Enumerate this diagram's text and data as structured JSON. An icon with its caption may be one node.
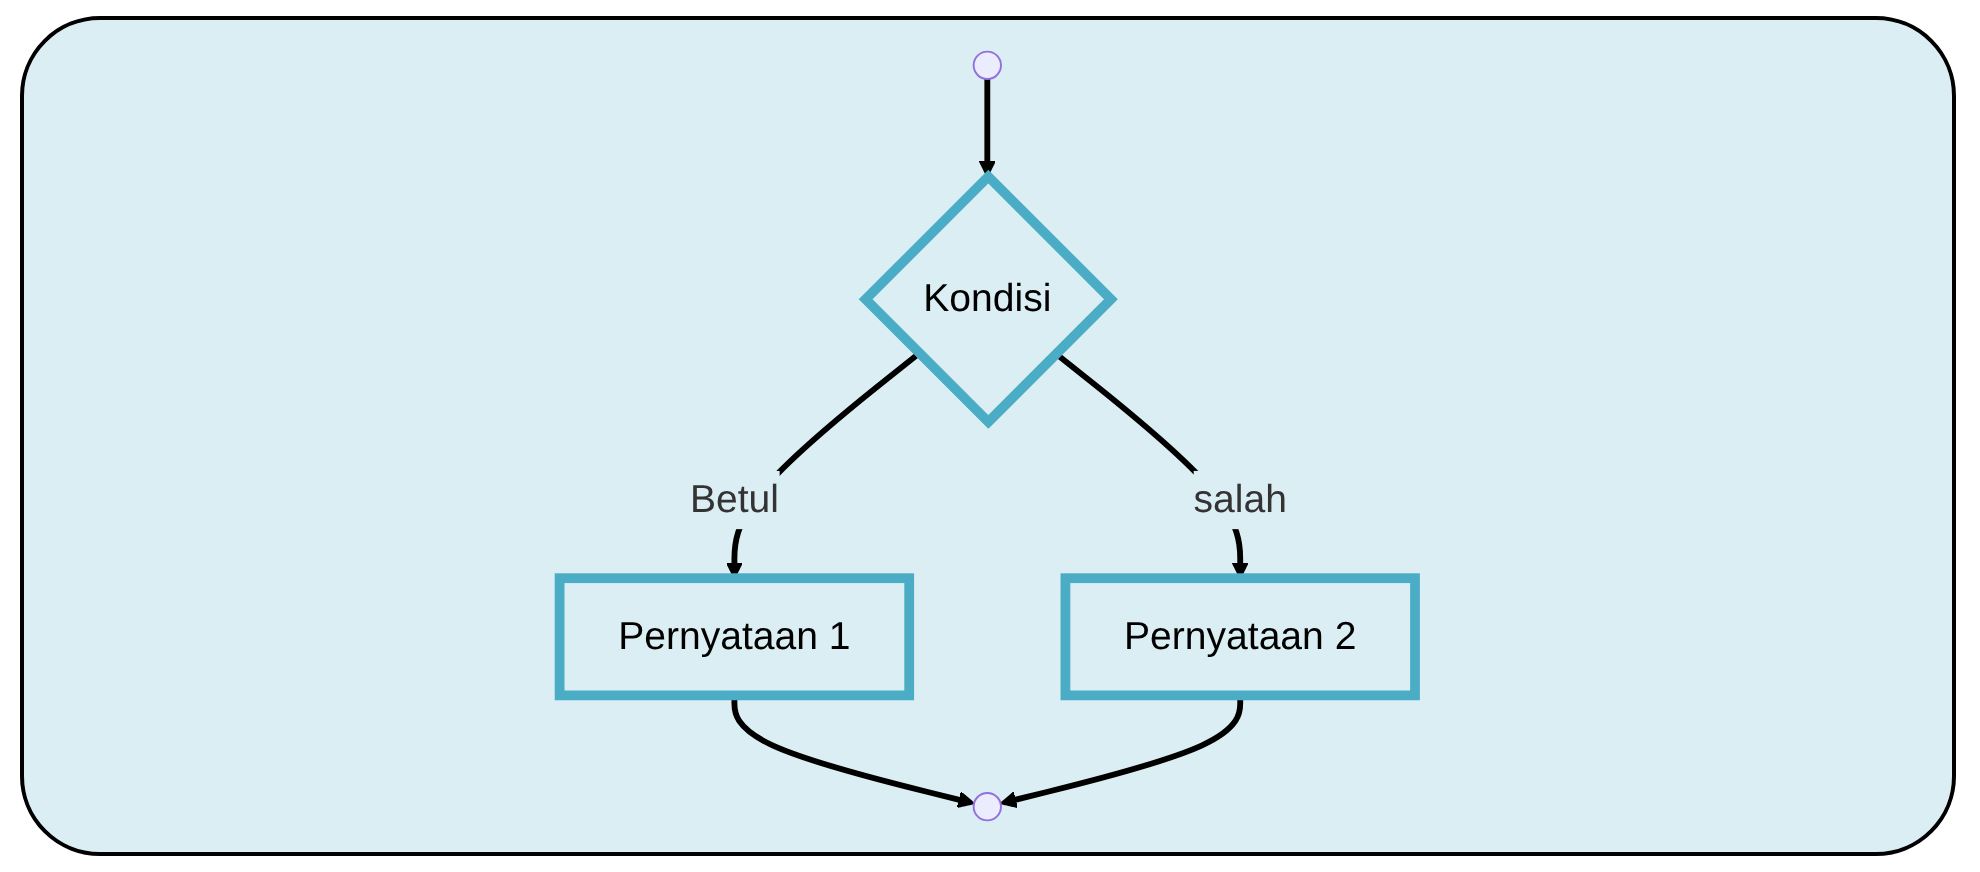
{
  "diagram": {
    "nodes": [
      {
        "text": [
          "Kondisi"
        ]
      },
      {
        "text": [
          "Pernyataan 1"
        ]
      },
      {
        "text": [
          "Pernyataan 2"
        ]
      }
    ],
    "edges": [
      {
        "from": null,
        "to": 0,
        "arrow": "to"
      },
      {
        "from": 0,
        "to": 1,
        "arrow": "to",
        "label": "Betul"
      },
      {
        "from": 0,
        "to": 2,
        "arrow": "to",
        "label": "salah"
      },
      {
        "from": 1,
        "to": null,
        "arrow": "to"
      },
      {
        "from": 2,
        "to": null,
        "arrow": "to"
      }
    ]
  }
}
